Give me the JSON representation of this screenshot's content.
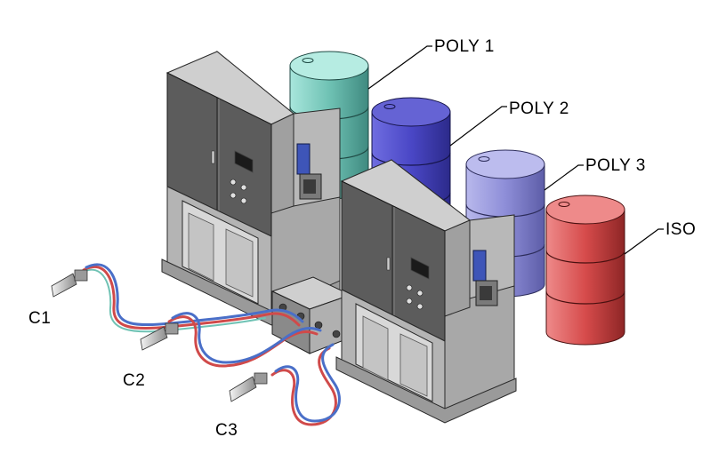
{
  "labels": {
    "poly1": "POLY 1",
    "poly2": "POLY 2",
    "poly3": "POLY 3",
    "iso": "ISO",
    "c1": "C1",
    "c2": "C2",
    "c3": "C3"
  },
  "colors": {
    "drum_poly1": "#6fc2b4",
    "drum_poly2": "#4a47c6",
    "drum_poly3": "#8e8ed8",
    "drum_iso": "#d64b4b",
    "cabinet_front": "#5b5b5b",
    "cabinet_top": "#c8c8c8",
    "cabinet_side": "#9a9a9a",
    "hose_red": "#d04a4a",
    "hose_blue": "#4a6fc8",
    "pump": "#3e55b8"
  },
  "icons": {
    "spray_gun": "spray-gun-icon"
  }
}
